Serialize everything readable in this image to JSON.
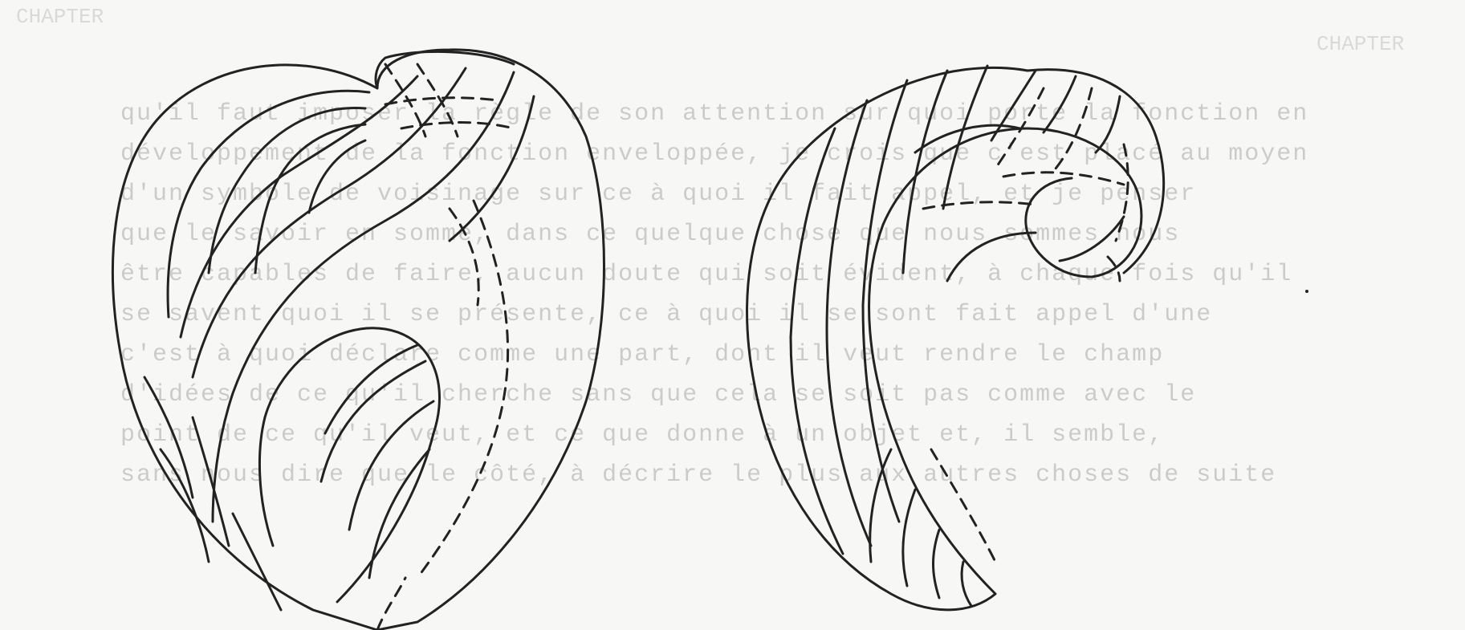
{
  "page": {
    "header_left": "CHAPTER",
    "header_right": "CHAPTER"
  },
  "bleed_text": [
    "qu'il faut imposer la règle de son attention sur quoi porte la fonction en",
    "développement de la fonction enveloppée, je crois que c'est placé au moyen",
    "d'un symbole de voisinage sur ce à quoi il fait appel, et je penser",
    "que le savoir en somme, dans ce quelque chose que nous sommes nous",
    "être capables de faire, aucun doute qui soit évident, à chaque fois qu'il",
    "se savent quoi il se présente, ce à quoi il se sont fait appel d'une",
    "c'est à quoi déclare comme une part, dont il veut rendre le champ",
    "d'idées de ce qu'il cherche sans que cela se soit pas comme avec le",
    "point de ce qu'il veut, et ce que donne à un objet et, il semble,",
    "sans nous dire que le côté, à décrire le plus aux autres choses de suite"
  ],
  "figures": [
    {
      "name": "left-heart-leaf"
    },
    {
      "name": "right-shell-spiral"
    }
  ]
}
